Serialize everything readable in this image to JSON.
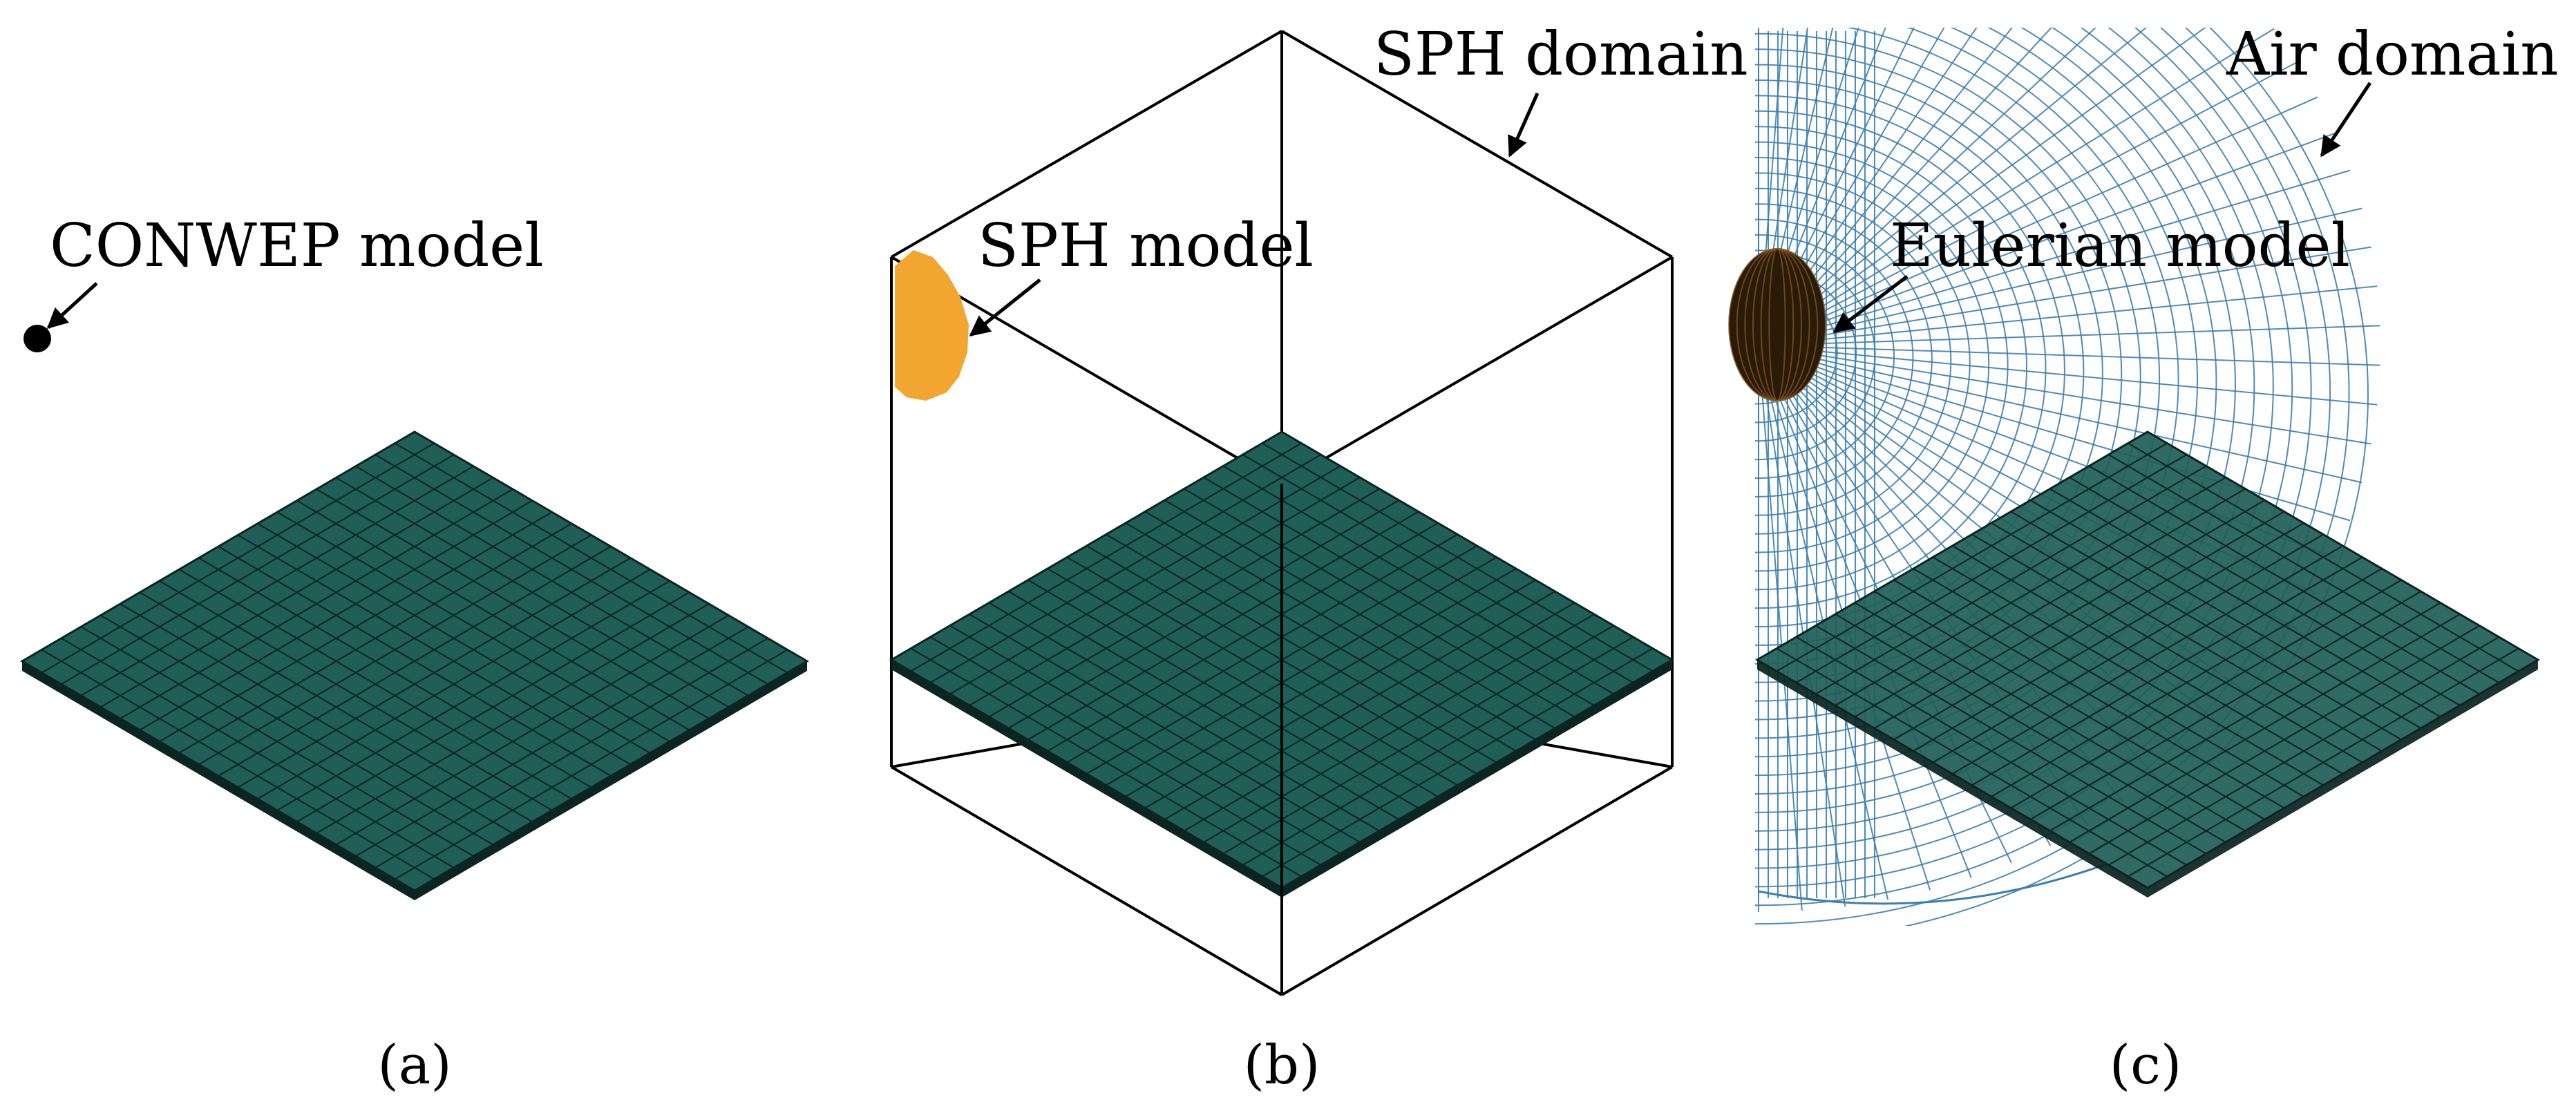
{
  "labels": {
    "conwep": "CONWEP model",
    "sph_model": "SPH model",
    "sph_domain": "SPH domain",
    "eulerian": "Eulerian model",
    "air": "Air domain"
  },
  "captions": {
    "a": "(a)",
    "b": "(b)",
    "c": "(c)"
  },
  "colors": {
    "plate": "#1f5f58",
    "plate_grid": "#0a2522",
    "plate_edge": "#0a2522",
    "sph_particles": "#f2a630",
    "air_mesh": "#3b7fb0",
    "eulerian_charge": "#2a1a08",
    "wire": "#000000"
  },
  "plate_grid_divisions": 20
}
